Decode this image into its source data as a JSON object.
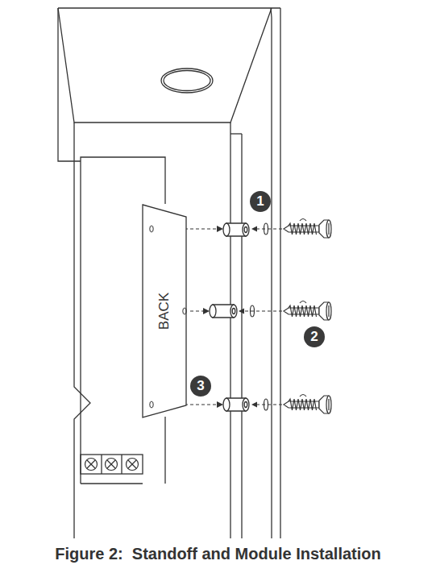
{
  "diagram": {
    "caption": "Figure 2:  Standoff and Module Installation",
    "nodes": [
      {
        "text": [
          "BACK"
        ]
      }
    ],
    "labels": [
      "1",
      "2",
      "3"
    ]
  }
}
